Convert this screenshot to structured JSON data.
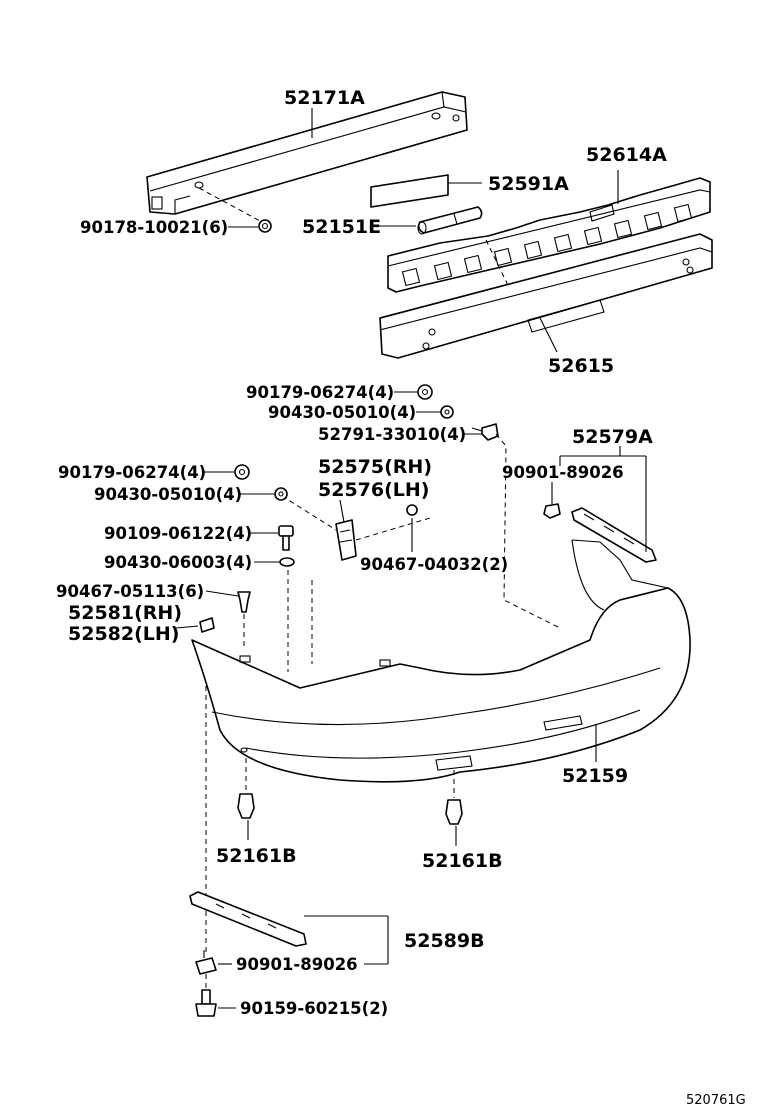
{
  "parts": {
    "reinforcement": "52171A",
    "reinforcement_bolt": "90178-10021(6)",
    "pad": "52591A",
    "absorber": "52614A",
    "retainer_pin": "52151E",
    "absorber_lower": "52615",
    "nut_upper": "90179-06274(4)",
    "washer_upper": "90430-05010(4)",
    "clip_upper": "52791-33010(4)",
    "side_retainer_group": "52579A",
    "side_retainer_clip": "90901-89026",
    "nut_side": "90179-06274(4)",
    "washer_side": "90430-05010(4)",
    "support_rh": "52575(RH)",
    "support_lh": "52576(LH)",
    "screw_side": "90467-04032(2)",
    "bolt_side": "90109-06122(4)",
    "gasket_side": "90430-06003(4)",
    "clip_side": "90467-05113(6)",
    "seal_rh": "52581(RH)",
    "seal_lh": "52582(LH)",
    "bumper_cover": "52159",
    "clip_left": "52161B",
    "clip_right": "52161B",
    "lower_group": "52589B",
    "lower_clip": "90901-89026",
    "lower_screw": "90159-60215(2)"
  },
  "drawing_code": "520761G"
}
